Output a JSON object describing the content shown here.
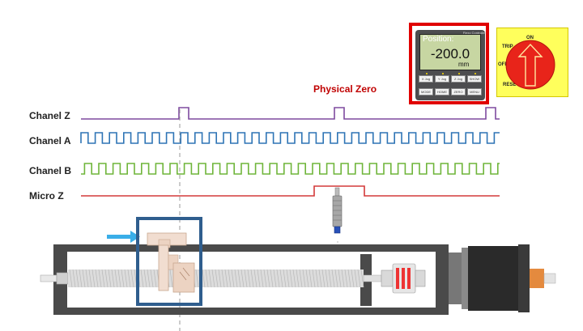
{
  "labels": {
    "chanel_z": "Chanel Z",
    "chanel_a": "Chanel A",
    "chanel_b": "Chanel B",
    "micro_z": "Micro Z",
    "physical_zero": "Physical Zero"
  },
  "controller": {
    "brand": "Flexo Controller",
    "position_label": "Position:",
    "value": "-200.0",
    "unit": "mm",
    "buttons": [
      "X Jog",
      "Y Jog",
      "Z Jog",
      "SHOW",
      "MODE",
      "HOME",
      "ZERO",
      "MENU"
    ]
  },
  "switch": {
    "on": "ON",
    "trip": "TRIP",
    "off": "OFF",
    "reset": "RESET"
  },
  "colors": {
    "chanel_z": "#7e4a9f",
    "chanel_a": "#2e74b5",
    "chanel_b": "#6fb53a",
    "micro_z": "#d43a3a",
    "physical_zero": "#c00000",
    "arrow": "#3aaee8",
    "highlight_frame": "#2f5e8e",
    "controller_frame": "#e00000",
    "knob": "#e8241a",
    "switch_panel": "#ffff5c"
  }
}
